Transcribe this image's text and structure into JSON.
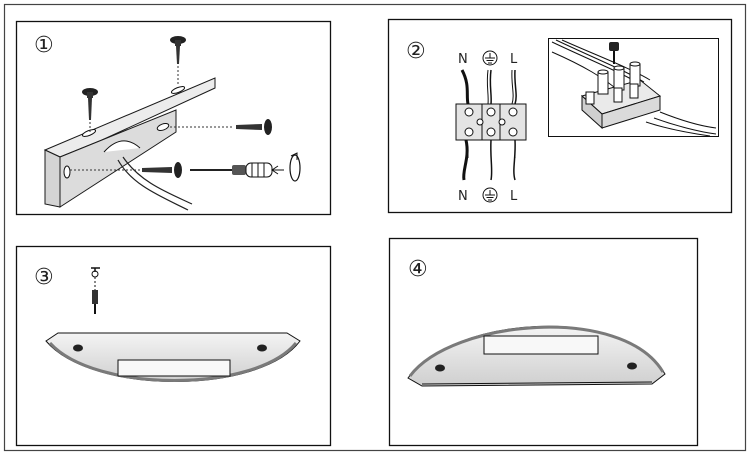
{
  "steps": [
    {
      "number": "①"
    },
    {
      "number": "②"
    },
    {
      "number": "③"
    },
    {
      "number": "④"
    }
  ],
  "wiring": {
    "top_labels": {
      "neutral": "N",
      "live": "L"
    },
    "bottom_labels": {
      "neutral": "N",
      "live": "L"
    },
    "ground_symbol": "earth-ground-icon"
  },
  "colors": {
    "outline": "#1a1a1a",
    "shade_light": "#e6e6e6",
    "shade_mid": "#bdbdbd",
    "lens_edge": "#7a7a7a"
  }
}
